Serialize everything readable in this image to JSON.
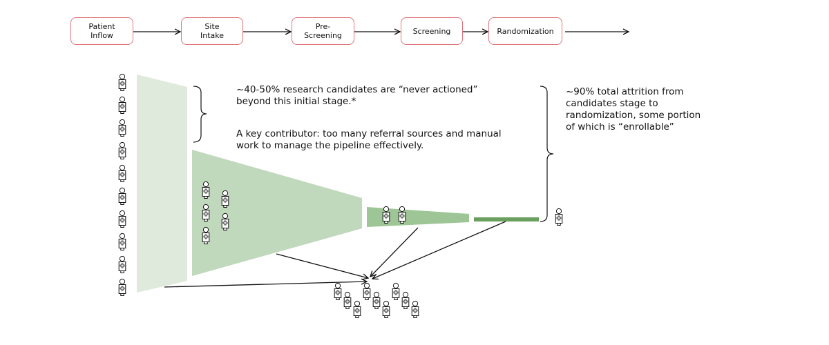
{
  "process_steps": [
    {
      "label": "Patient\nInflow"
    },
    {
      "label": "Site\nIntake"
    },
    {
      "label": "Pre-\nScreening"
    },
    {
      "label": "Screening"
    },
    {
      "label": "Randomization"
    }
  ],
  "annotations": {
    "never_actioned": "~40-50% research candidates are “never actioned” beyond this initial stage.*",
    "key_contributor": "A key contributor: too many referral sources and manual work to manage the pipeline effectively.",
    "total_attrition": "~90% total attrition from candidates stage to randomization, some portion of which is “enrollable”"
  },
  "colors": {
    "step_border": "#e0757c",
    "funnel_stage_1": "#dfe9dc",
    "funnel_stage_2": "#c0d8bb",
    "funnel_stage_3": "#9ec596",
    "funnel_stage_4": "#6aa05f",
    "line": "#111111"
  },
  "icons": {
    "person": "patient-icon"
  }
}
